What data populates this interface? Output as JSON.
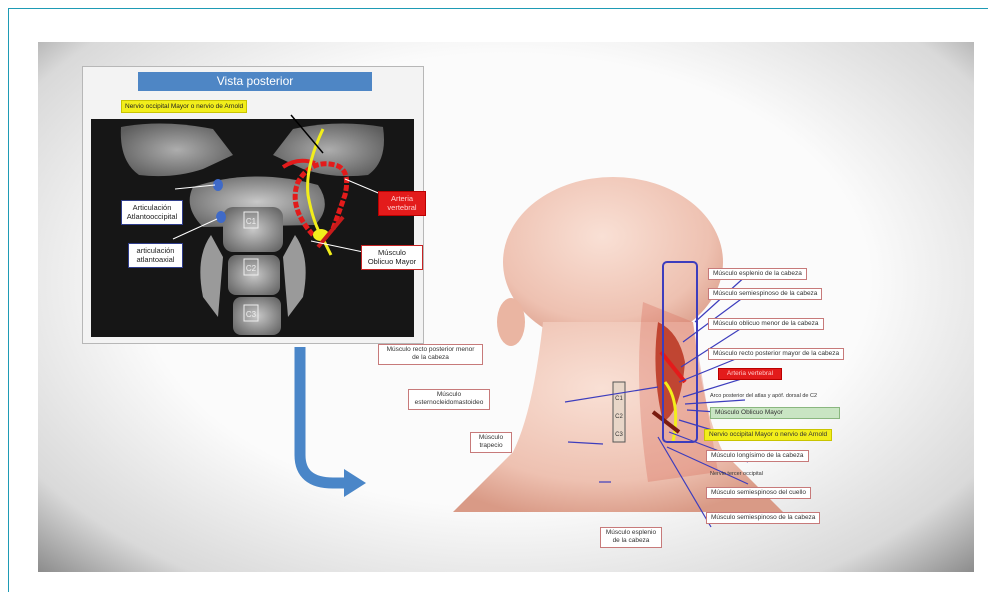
{
  "colors": {
    "frame": "#1e9bb5",
    "title_bar": "#4e86c5",
    "yellow_highlight": "#f2ee1b",
    "artery_red": "#e31b1b",
    "leader_blue": "#3d3dbd",
    "arrow_blue": "#4a86c8"
  },
  "ct_panel": {
    "title": "Vista posterior",
    "nerve_label": "Nervio occipital Mayor o nervio de Arnold",
    "labels": {
      "atlanto_occipital": "Articulación Atlantooccipital",
      "atlanto_axial": "articulación atlantoaxial",
      "artery": "Arteria vertebral",
      "oblique": "Músculo Oblicuo Mayor"
    },
    "vertebrae": [
      "C1",
      "C2",
      "C3"
    ]
  },
  "illustration": {
    "spine_marker": "C1 C2 C3",
    "labels": {
      "esplenio": "Músculo esplenio de la cabeza",
      "semiespinoso": "Músculo semiespinoso de la cabeza",
      "oblicuo_menor": "Músculo oblicuo menor de la cabeza",
      "recto_mayor": "Músculo recto posterior mayor de la cabeza",
      "recto_menor": "Músculo recto posterior menor de la cabeza",
      "arteria": "Arteria vertebral",
      "arco_posterior": "Arco posterior del atlas y apóf. dorsal de C2",
      "oblicuo_mayor": "Músculo Oblicuo Mayor",
      "nervio": "Nervio occipital Mayor o nervio de Arnold",
      "longisimo": "Músculo longísimo de la cabeza",
      "nervio_tercer": "Nervio tercer occipital",
      "semiespinoso_cuello": "Músculo semiespinoso del cuello",
      "semiespinoso_cabeza": "Músculo semiespinoso de la cabeza",
      "esternocleido": "Músculo esternocleidomastoideo",
      "trapecio": "Músculo trapecio",
      "esplenio_cabeza": "Músculo esplenio de la cabeza"
    }
  }
}
